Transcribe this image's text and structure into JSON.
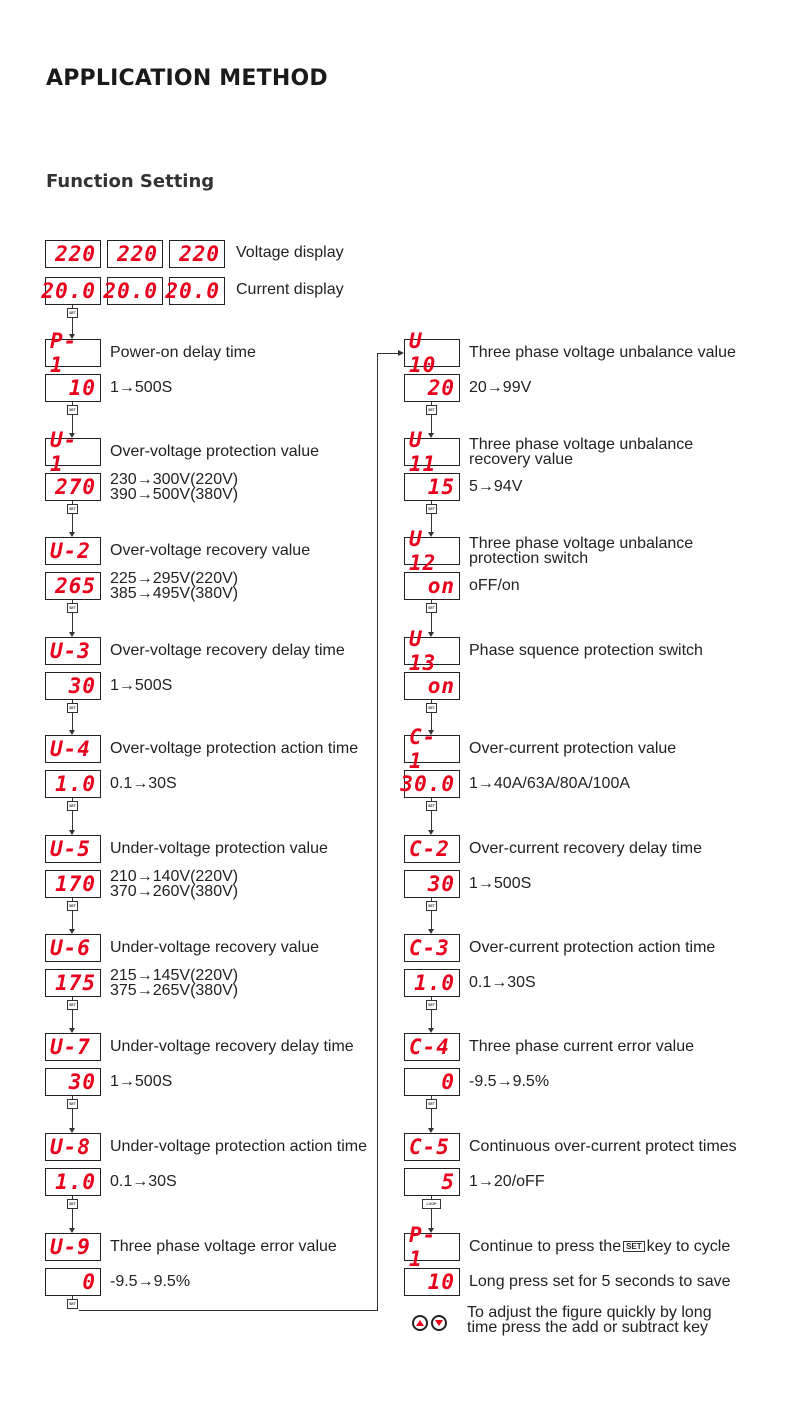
{
  "title": "APPLICATION METHOD",
  "subtitle": "Function Setting",
  "top_rows": {
    "voltage": {
      "displays": [
        "220",
        "220",
        "220"
      ],
      "label": "Voltage display"
    },
    "current": {
      "displays": [
        "20.0",
        "20.0",
        "20.0"
      ],
      "label": "Current display"
    }
  },
  "left_column": [
    {
      "code": "P- 1",
      "label": "Power-on delay time",
      "value": "10",
      "desc": [
        "1→500S"
      ]
    },
    {
      "code": "U- 1",
      "label": "Over-voltage protection value",
      "value": "270",
      "desc": [
        "230→300V(220V)",
        "390→500V(380V)"
      ]
    },
    {
      "code": "U-2",
      "label": "Over-voltage recovery value",
      "value": "265",
      "desc": [
        "225→295V(220V)",
        "385→495V(380V)"
      ]
    },
    {
      "code": "U-3",
      "label": "Over-voltage recovery delay time",
      "value": "30",
      "desc": [
        "1→500S"
      ]
    },
    {
      "code": "U-4",
      "label": "Over-voltage protection action time",
      "value": "1.0",
      "desc": [
        "0.1→30S"
      ]
    },
    {
      "code": "U-5",
      "label": "Under-voltage protection value",
      "value": "170",
      "desc": [
        "210→140V(220V)",
        "370→260V(380V)"
      ]
    },
    {
      "code": "U-6",
      "label": "Under-voltage recovery value",
      "value": "175",
      "desc": [
        "215→145V(220V)",
        "375→265V(380V)"
      ]
    },
    {
      "code": "U-7",
      "label": "Under-voltage recovery delay time",
      "value": "30",
      "desc": [
        "1→500S"
      ]
    },
    {
      "code": "U-8",
      "label": "Under-voltage protection action time",
      "value": "1.0",
      "desc": [
        "0.1→30S"
      ]
    },
    {
      "code": "U-9",
      "label": "Three phase voltage error value",
      "value": "0",
      "desc": [
        "-9.5→9.5%"
      ]
    }
  ],
  "right_column": [
    {
      "code": "U 10",
      "label": [
        "Three phase voltage unbalance value"
      ],
      "value": "20",
      "desc": [
        "20→99V"
      ]
    },
    {
      "code": "U 11",
      "label": [
        "Three phase voltage unbalance",
        "recovery value"
      ],
      "value": "15",
      "desc": [
        "5→94V"
      ]
    },
    {
      "code": "U 12",
      "label": [
        "Three phase voltage unbalance",
        "protection switch"
      ],
      "value": "on",
      "desc": [
        "oFF/on"
      ]
    },
    {
      "code": "U 13",
      "label": [
        "Phase squence protection switch"
      ],
      "value": "on",
      "desc": []
    },
    {
      "code": "C- 1",
      "label": [
        "Over-current protection value"
      ],
      "value": "30.0",
      "desc": [
        "1→40A/63A/80A/100A"
      ]
    },
    {
      "code": "C-2",
      "label": [
        "Over-current recovery delay time"
      ],
      "value": "30",
      "desc": [
        "1→500S"
      ]
    },
    {
      "code": "C-3",
      "label": [
        "Over-current protection action time"
      ],
      "value": "1.0",
      "desc": [
        "0.1→30S"
      ]
    },
    {
      "code": "C-4",
      "label": [
        "Three phase current error value"
      ],
      "value": "0",
      "desc": [
        "-9.5→9.5%"
      ]
    },
    {
      "code": "C-5",
      "label": [
        "Continuous over-current protect times"
      ],
      "value": "5",
      "desc": [
        "1→20/oFF"
      ]
    }
  ],
  "final": {
    "code": "P- 1",
    "label_before": "Continue to press the",
    "set_key": "SET",
    "label_after": "key to cycle",
    "value": "10",
    "value_label": "Long press set for 5 seconds to save",
    "adjust_note": [
      "To adjust the figure quickly by long",
      "time press the add or subtract key"
    ]
  },
  "keys": {
    "set": "SET",
    "loop": "LOOP"
  },
  "icons": {
    "up": "up-arrow-button-icon",
    "down": "down-arrow-button-icon"
  },
  "colors": {
    "display_text": "#e8001c",
    "border": "#222222"
  }
}
